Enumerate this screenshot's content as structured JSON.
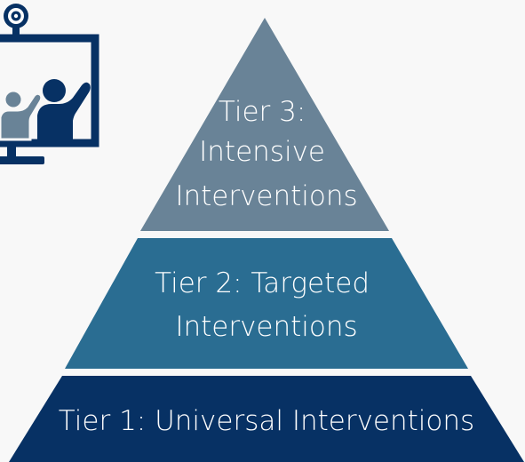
{
  "colors": {
    "background": "#f8f8f8",
    "tier1": "#073164",
    "tier2": "#2a6d92",
    "tier3": "#698397",
    "icon": "#073164",
    "icon_child": "#698397",
    "text": "#ffffff"
  },
  "icon": {
    "name": "video-conference-icon",
    "description_labels": [
      "webcam-icon",
      "monitor-icon",
      "parent-figure-icon",
      "child-figure-icon"
    ]
  },
  "pyramid": {
    "tiers": [
      {
        "id": "tier-3",
        "lines": [
          "Tier 3:",
          "Intensive",
          "Interventions"
        ]
      },
      {
        "id": "tier-2",
        "lines": [
          "Tier 2: Targeted",
          "Interventions"
        ]
      },
      {
        "id": "tier-1",
        "lines": [
          "Tier 1: Universal Interventions"
        ]
      }
    ]
  }
}
